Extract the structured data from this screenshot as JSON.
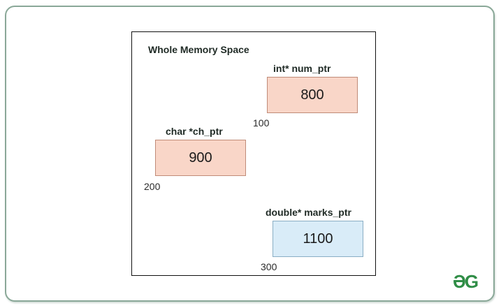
{
  "diagram": {
    "title": "Whole Memory Space",
    "variables": [
      {
        "label": "int* num_ptr",
        "value": "800",
        "address": "100",
        "color": "#f9d6c8"
      },
      {
        "label": "char *ch_ptr",
        "value": "900",
        "address": "200",
        "color": "#f9d6c8"
      },
      {
        "label": "double* marks_ptr",
        "value": "1100",
        "address": "300",
        "color": "#d9ecf8"
      }
    ]
  },
  "branding": {
    "logo_text": "ƏG",
    "logo_color": "#2f8d46"
  },
  "colors": {
    "frame_border": "#8aa898",
    "pink_cell": "#f9d6c8",
    "blue_cell": "#d9ecf8"
  }
}
